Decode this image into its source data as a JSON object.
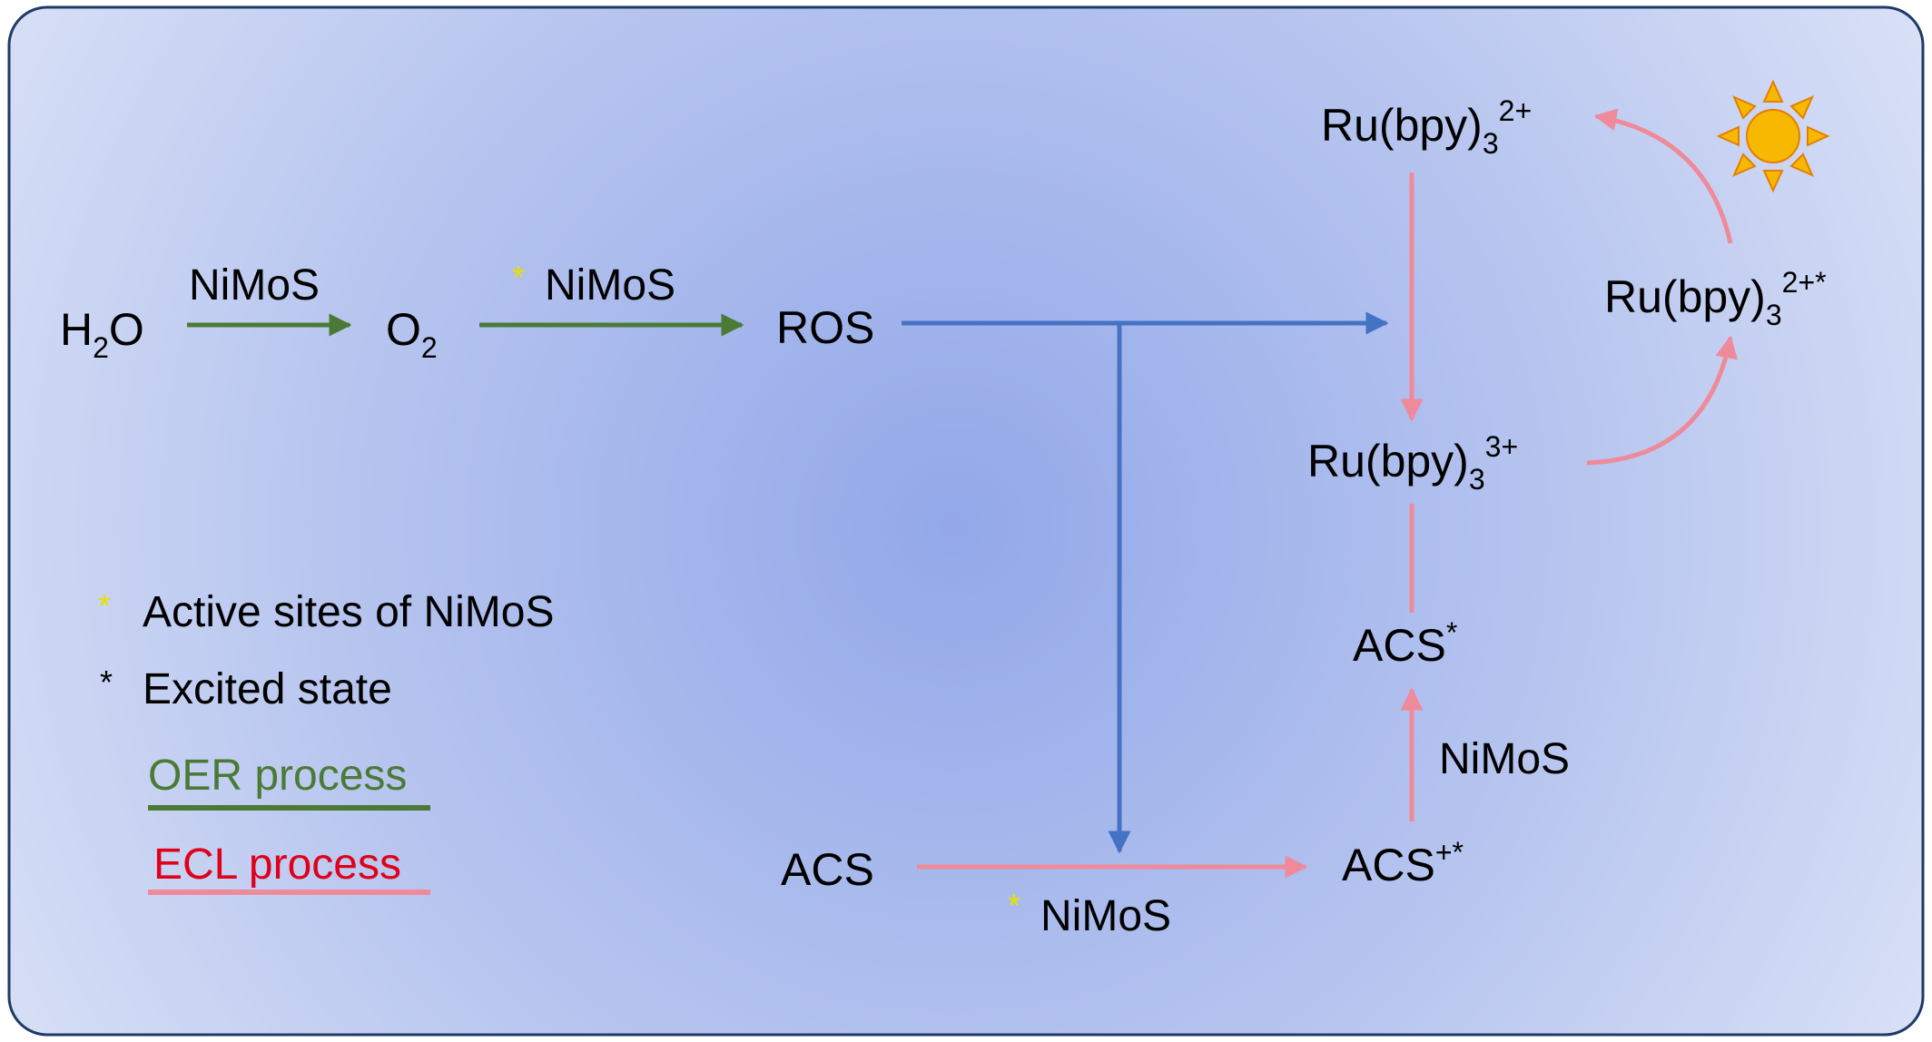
{
  "colors": {
    "oer": "#4a7a35",
    "ecl": "#ef8a9a",
    "ros_flow": "#4472c4",
    "active_site": "#e8e000",
    "ecl_legend_text": "#e0001b",
    "background_inner": "#93a8e9",
    "background_outer": "#dce3f7",
    "frame": "#1f3a66",
    "sun": "#f6b800"
  },
  "species": {
    "h2o": {
      "main": "H",
      "sub": "2",
      "tail": "O"
    },
    "o2": {
      "main": "O",
      "sub": "2"
    },
    "ros": "ROS",
    "acs": "ACS",
    "acs_plus_star": {
      "main": "ACS",
      "sup": "+*"
    },
    "acs_star": {
      "main": "ACS",
      "sup": "*"
    },
    "ru2": {
      "main": "Ru(bpy)",
      "sub": "3",
      "sup": "2+"
    },
    "ru2_star": {
      "main": "Ru(bpy)",
      "sub": "3",
      "sup": "2+*"
    },
    "ru3": {
      "main": "Ru(bpy)",
      "sub": "3",
      "sup": "3+"
    }
  },
  "catalyst_labels": {
    "h2o_to_o2": "NiMoS",
    "o2_to_ros": "NiMoS",
    "acs_to_acs_plus": "NiMoS",
    "acs_plus_to_acs_star": "NiMoS"
  },
  "marker": "*",
  "legend": {
    "active_sites": "Active sites of NiMoS",
    "excited_state": "Excited state",
    "oer": "OER process",
    "ecl": "ECL process"
  },
  "sun_icon": "sun-icon"
}
